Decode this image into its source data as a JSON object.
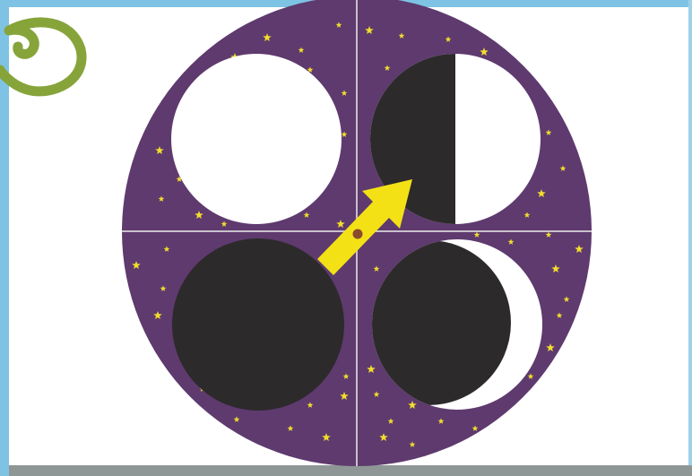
{
  "colors": {
    "sky": "#5e3a6e",
    "moon_light": "#ffffff",
    "moon_dark": "#2d2a2b",
    "star": "#f2dd2c",
    "arrow": "#f3e116",
    "arrow_dot": "#8a4a2e",
    "swirl": "#86a43a",
    "frame": "#7ec3e3",
    "divider": "#c9c0cc"
  },
  "diagram": {
    "type": "moon-phase-wheel",
    "phases": [
      {
        "quadrant": "top-left",
        "phase": "full-moon"
      },
      {
        "quadrant": "top-right",
        "phase": "first-quarter"
      },
      {
        "quadrant": "bottom-right",
        "phase": "waxing-crescent"
      },
      {
        "quadrant": "bottom-left",
        "phase": "new-moon"
      }
    ],
    "arrow_direction": "up-right",
    "icons": [
      "swirl-icon",
      "star-icon"
    ]
  }
}
